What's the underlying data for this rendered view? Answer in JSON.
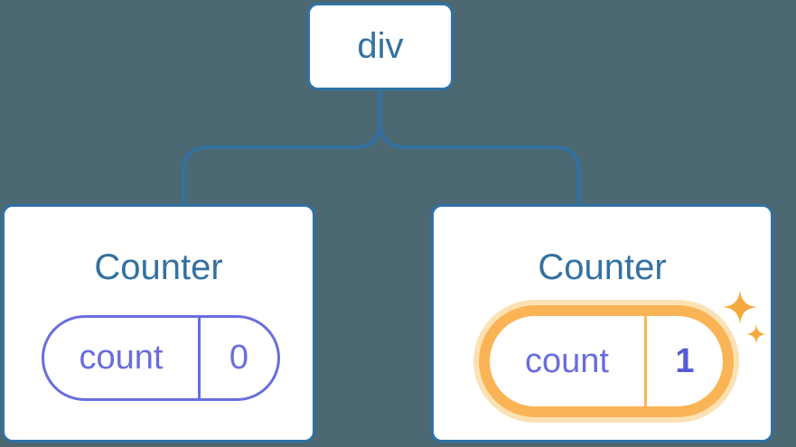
{
  "diagram": {
    "description": "React component tree with state update",
    "background_color": "#4C6872",
    "root": {
      "label": "div"
    },
    "counters": [
      {
        "title": "Counter",
        "state_key": "count",
        "state_value": "0",
        "highlighted": false
      },
      {
        "title": "Counter",
        "state_key": "count",
        "state_value": "1",
        "highlighted": true
      }
    ],
    "colors": {
      "card_background": "#FFFFFF",
      "line_blue": "#2F72A7",
      "text_blue": "#35719F",
      "pill_purple": "#6A6DDB",
      "pill_value_bold_purple": "#575AD3",
      "highlight_orange": "#FAB455",
      "highlight_halo": "#FBE2B4",
      "sparkle_orange": "#F5A93E"
    },
    "icons": {
      "sparkle": "four-point-star-sparkle"
    }
  }
}
